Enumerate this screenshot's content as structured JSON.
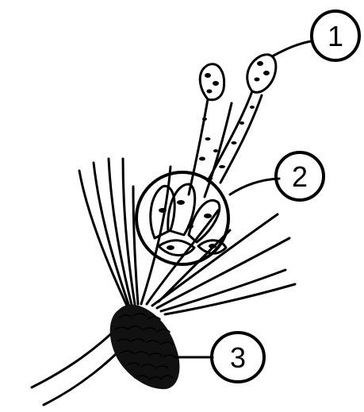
{
  "labels": [
    {
      "id": "1",
      "text": "1"
    },
    {
      "id": "2",
      "text": "2"
    },
    {
      "id": "3",
      "text": "3"
    }
  ],
  "colors": {
    "ink": "#000000",
    "paper": "#ffffff"
  }
}
